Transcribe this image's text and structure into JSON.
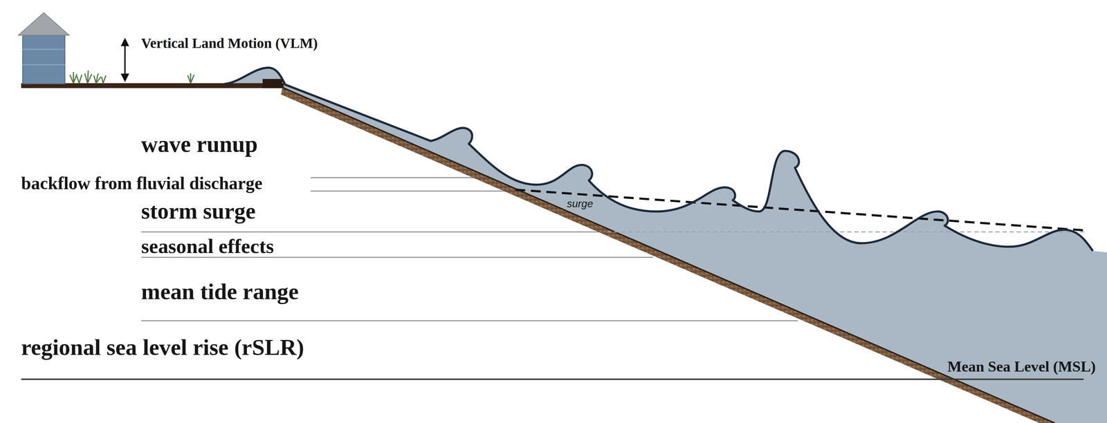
{
  "diagram": {
    "labels": [
      "Vertical Land Motion (VLM)",
      "wave runup",
      "backflow from fluvial discharge",
      "storm surge",
      "seasonal effects",
      "mean tide range",
      "regional sea level rise (rSLR)",
      "Mean Sea Level (MSL)",
      "surge"
    ]
  }
}
